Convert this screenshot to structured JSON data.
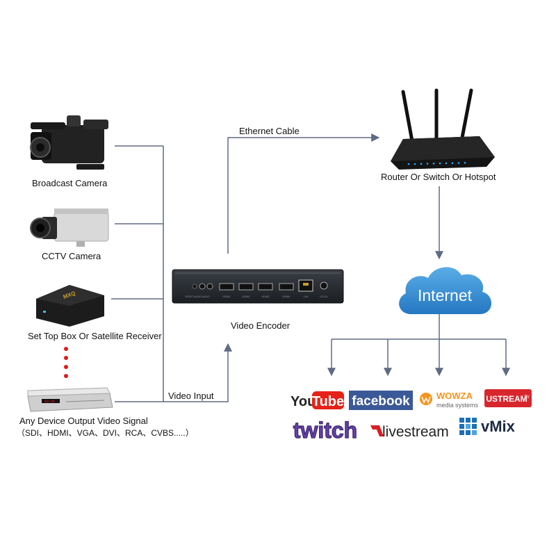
{
  "sources": {
    "broadcast_camera": "Broadcast Camera",
    "cctv_camera": "CCTV Camera",
    "set_top_box": "Set Top Box Or Satellite Receiver",
    "any_device": "Any Device Output Video Signal",
    "any_device_signals": "（SDI、HDMI、VGA、DVI、RCA、CVBS.....）"
  },
  "links": {
    "ethernet_cable": "Ethernet Cable",
    "video_input": "Video Input"
  },
  "nodes": {
    "encoder": "Video Encoder",
    "router": "Router Or Switch Or Hotspot",
    "internet": "Internet"
  },
  "encoder_ports": [
    "RESET AUDIO AUDIO",
    "HDMI1",
    "HDMI2",
    "HDMI3",
    "HDMI4",
    "LAN",
    "DC12V"
  ],
  "platforms": {
    "youtube_you": "You",
    "youtube_tube": "Tube",
    "facebook": "facebook",
    "wowza": "WOWZA",
    "wowza_sub": "media systems",
    "ustream": "USTREAM",
    "ustream_tv": "TV",
    "twitch": "twitch",
    "livestream": "livestream",
    "vmix": "vMix"
  },
  "colors": {
    "line": "#5f6a84",
    "cloud": "#3a8fd4",
    "youtube_red": "#e62117",
    "facebook_blue": "#3b5998",
    "wowza_orange": "#f7941d",
    "ustream_red": "#d8262d",
    "twitch_purple": "#6441a5",
    "livestream_red": "#d71f26",
    "vmix_blue": "#1d6fb8",
    "dot_red": "#e01b1b"
  }
}
